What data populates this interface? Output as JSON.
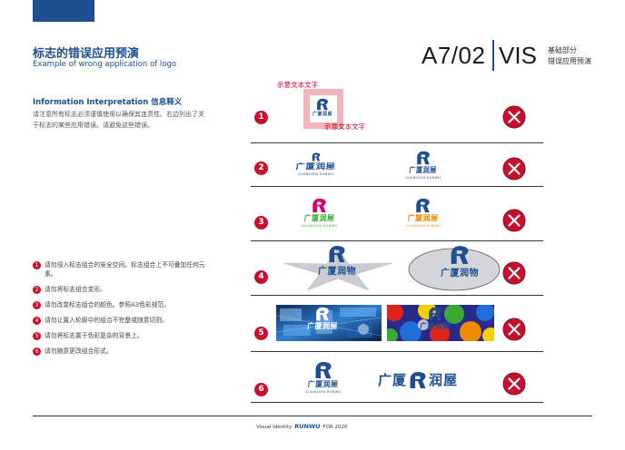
{
  "header": {
    "title_cn": "标志的错误应用预演",
    "title_en": "Example of wrong application of logo",
    "code": "A7/02",
    "system": "VIS",
    "category_line1": "基础部分",
    "category_line2": "错误应用预演"
  },
  "info": {
    "heading": "Information Interpretation  信息释义",
    "body": "请注意所有标志必须谨慎使用以确保其连贯性。右边列出了关于标志的某些应用错误。请避免这些错误。"
  },
  "rules": [
    {
      "num": "1",
      "text": "请勿侵入标志组合的安全空间。标志组合上不可叠加任何元素。"
    },
    {
      "num": "2",
      "text": "请勿将标志组合变形。"
    },
    {
      "num": "3",
      "text": "请勿改变标志组合的颜色。参照A3色彩规范。"
    },
    {
      "num": "4",
      "text": "请勿让置入轮廓中的组合不完整或随意切割。"
    },
    {
      "num": "5",
      "text": "请勿将标志置于色彩复杂的背景上。"
    },
    {
      "num": "6",
      "text": "请勿随意更改组合形式。"
    }
  ],
  "examples": {
    "row_numbers": [
      "1",
      "2",
      "3",
      "4",
      "5",
      "6"
    ],
    "demo_text_top": "示意文本文字",
    "demo_text_bottom": "示意文本文字",
    "logo_name_short": "广厦润屋",
    "logo_name_alt": "广厦润物",
    "logo_pinyin": "GUANGSHA RUNWU"
  },
  "footer": {
    "left": "Visual Identity",
    "brand": "RUNWU",
    "right": "FOR 2020"
  },
  "colors": {
    "brand_blue": "#1d4f91",
    "alert_red": "#c8102e",
    "magenta": "#d6006e",
    "green": "#3aaa35",
    "orange": "#f08a00"
  }
}
